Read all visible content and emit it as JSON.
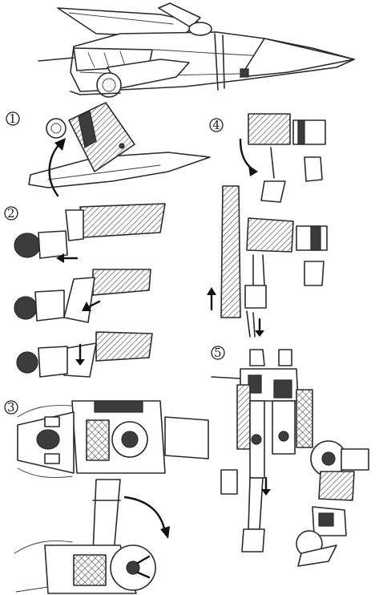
{
  "sheet": {
    "background": "#ffffff",
    "ink": "#2a2a2a"
  },
  "steps": [
    {
      "label": "1"
    },
    {
      "label": "2"
    },
    {
      "label": "3"
    },
    {
      "label": "4"
    },
    {
      "label": "5"
    }
  ]
}
